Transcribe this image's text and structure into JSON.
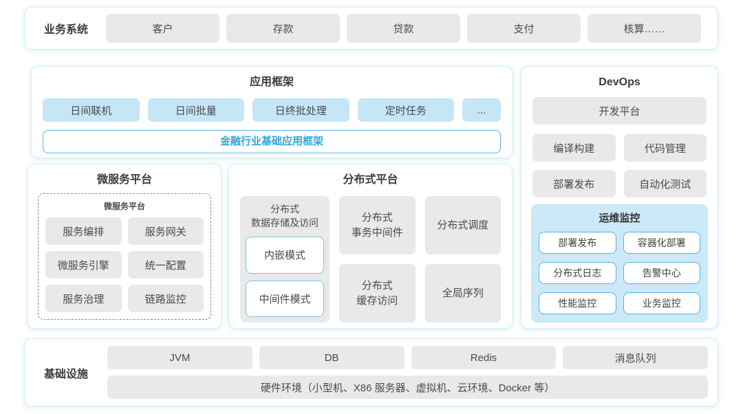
{
  "colors": {
    "accent_blue_text": "#2ea6da",
    "accent_blue_border": "#55b2e2",
    "light_blue_fill": "#c5e6f6",
    "monitor_fill": "#cbe9f8",
    "box_gray": "#e9e9e9",
    "panel_border": "#d5edf6"
  },
  "business_layer": {
    "label": "业务系统",
    "items": [
      "客户",
      "存款",
      "贷款",
      "支付",
      "核算……"
    ]
  },
  "app_framework": {
    "title": "应用框架",
    "items": [
      "日间联机",
      "日间批量",
      "日终批处理",
      "定时任务",
      "..."
    ],
    "base_bar": "金融行业基础应用框架"
  },
  "microservice": {
    "title": "微服务平台",
    "inner_title": "微服务平台",
    "items": [
      "服务编排",
      "服务网关",
      "微服务引擎",
      "统一配置",
      "服务治理",
      "链路监控"
    ]
  },
  "distributed": {
    "title": "分布式平台",
    "storage": {
      "title": "分布式\n数据存储及访问",
      "modes": [
        "内嵌模式",
        "中间件模式"
      ]
    },
    "cells": [
      "分布式\n事务中间件",
      "分布式调度",
      "分布式\n缓存访问",
      "全局序列"
    ]
  },
  "devops": {
    "title": "DevOps",
    "platform": "开发平台",
    "items": [
      "编译构建",
      "代码管理",
      "部署发布",
      "自动化测试"
    ],
    "monitoring": {
      "title": "运维监控",
      "items": [
        "部署发布",
        "容器化部署",
        "分布式日志",
        "告警中心",
        "性能监控",
        "业务监控"
      ]
    }
  },
  "infrastructure": {
    "label": "基础设施",
    "items": [
      "JVM",
      "DB",
      "Redis",
      "消息队列"
    ],
    "hardware": "硬件环境（小型机、X86 服务器、虚拟机、云环境、Docker 等）"
  }
}
